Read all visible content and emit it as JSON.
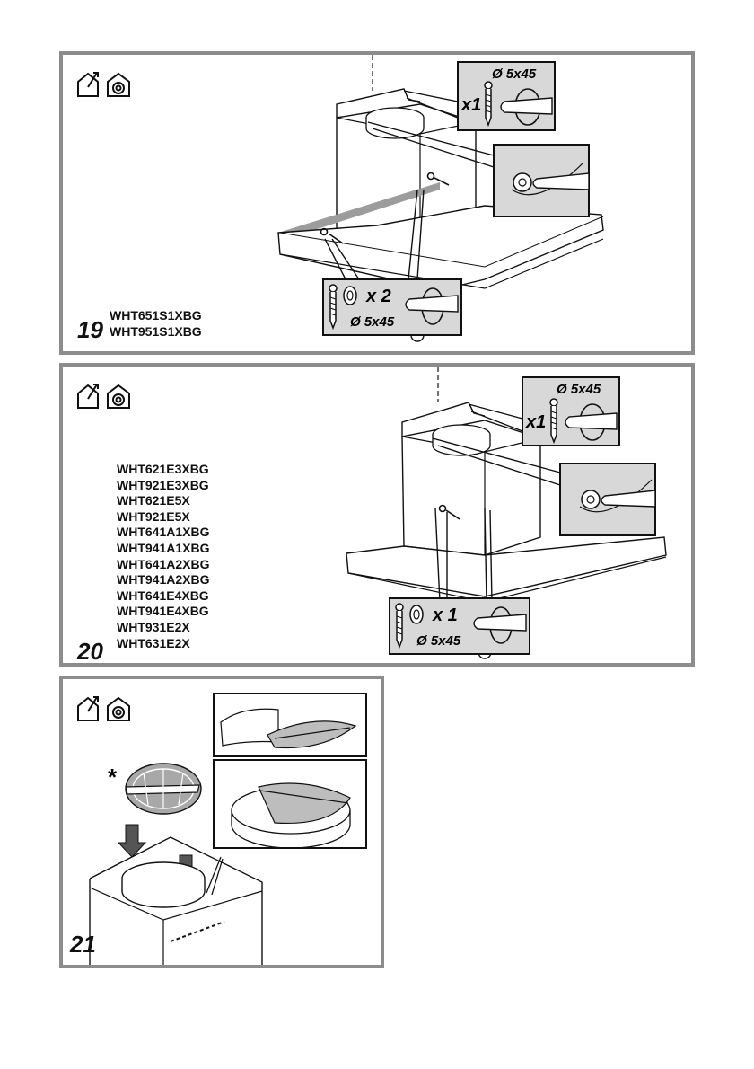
{
  "steps": [
    {
      "number": "19",
      "models": [
        "WHT651S1XBG",
        "WHT951S1XBG"
      ],
      "screw_top": {
        "qty": "x1",
        "spec": "Ø 5x45"
      },
      "screw_bottom": {
        "qty": "x 2",
        "spec": "Ø 5x45"
      }
    },
    {
      "number": "20",
      "models": [
        "WHT621E3XBG",
        "WHT921E3XBG",
        "WHT621E5X",
        "WHT921E5X",
        "WHT641A1XBG",
        "WHT941A1XBG",
        "WHT641A2XBG",
        "WHT941A2XBG",
        "WHT641E4XBG",
        "WHT941E4XBG",
        "WHT931E2X",
        "WHT631E2X"
      ],
      "screw_top": {
        "qty": "x1",
        "spec": "Ø 5x45"
      },
      "screw_bottom": {
        "qty": "x 1",
        "spec": "Ø 5x45"
      }
    },
    {
      "number": "21",
      "asterisk": "*"
    }
  ],
  "icons": [
    "house-exhaust-icon",
    "house-recirculation-icon"
  ]
}
